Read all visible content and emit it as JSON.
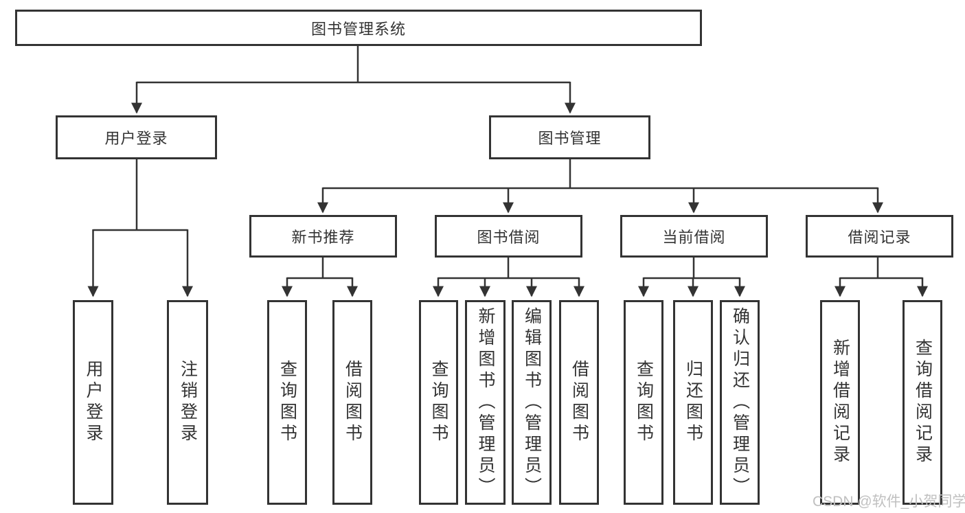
{
  "diagram": {
    "root": {
      "label": "图书管理系统"
    },
    "branches": [
      {
        "label": "用户登录",
        "children": [
          {
            "label": "用户登录"
          },
          {
            "label": "注销登录"
          }
        ]
      },
      {
        "label": "图书管理",
        "children": [
          {
            "label": "新书推荐",
            "children": [
              {
                "label": "查询图书"
              },
              {
                "label": "借阅图书"
              }
            ]
          },
          {
            "label": "图书借阅",
            "children": [
              {
                "label": "查询图书"
              },
              {
                "label": "新增图书（管理员）"
              },
              {
                "label": "编辑图书（管理员）"
              },
              {
                "label": "借阅图书"
              }
            ]
          },
          {
            "label": "当前借阅",
            "children": [
              {
                "label": "查询图书"
              },
              {
                "label": "归还图书"
              },
              {
                "label": "确认归还（管理员）"
              }
            ]
          },
          {
            "label": "借阅记录",
            "children": [
              {
                "label": "新增借阅记录"
              },
              {
                "label": "查询借阅记录"
              }
            ]
          }
        ]
      }
    ]
  },
  "watermark": {
    "text": "CSDN @软件_小贺同学"
  },
  "colors": {
    "line": "#333333",
    "border": "#333333",
    "text": "#333333",
    "watermark": "#c0c0c0",
    "background": "#ffffff"
  }
}
